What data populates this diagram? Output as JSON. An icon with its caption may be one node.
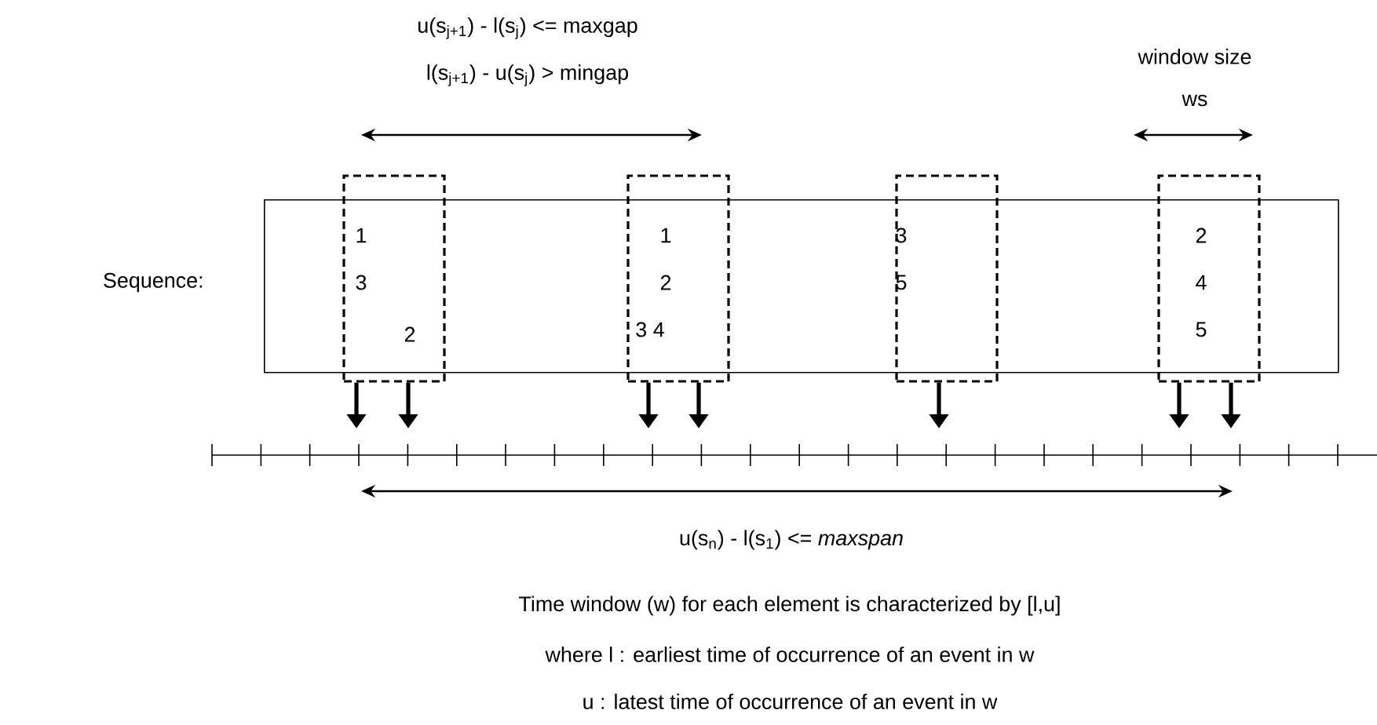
{
  "diagram": {
    "nodes": [
      {
        "text": [
          "Sequence:"
        ]
      },
      {
        "text": [
          "1",
          "3",
          "2"
        ],
        "in": 0
      },
      {
        "text": [
          "1",
          "2",
          "3 4"
        ],
        "in": 0
      },
      {
        "text": [
          "3",
          "5"
        ],
        "in": 0
      },
      {
        "text": [
          "2",
          "4",
          "5"
        ],
        "in": 0
      }
    ],
    "edges": [
      {
        "from": 1,
        "to": null,
        "arrow": "to"
      },
      {
        "from": 1,
        "to": null,
        "arrow": "to"
      },
      {
        "from": 2,
        "to": null,
        "arrow": "to"
      },
      {
        "from": 2,
        "to": null,
        "arrow": "to"
      },
      {
        "from": 3,
        "to": null,
        "arrow": "to"
      },
      {
        "from": 4,
        "to": null,
        "arrow": "to"
      },
      {
        "from": 4,
        "to": null,
        "arrow": "to"
      }
    ],
    "labels": [
      "u(s$_{j+1}$) - l(s$_{j}$) <= maxgap",
      "l(s$_{j+1}$) - u(s$_{j}$) > mingap",
      "window size",
      "ws",
      "u(s$_{n}$) - l(s$_{1}$) <= *maxspan*",
      "Time window (w) for each element is characterized by [l,u]",
      "where l : earliest time of occurrence of an event in w",
      "u : latest time of occurrence of an event in w"
    ]
  }
}
